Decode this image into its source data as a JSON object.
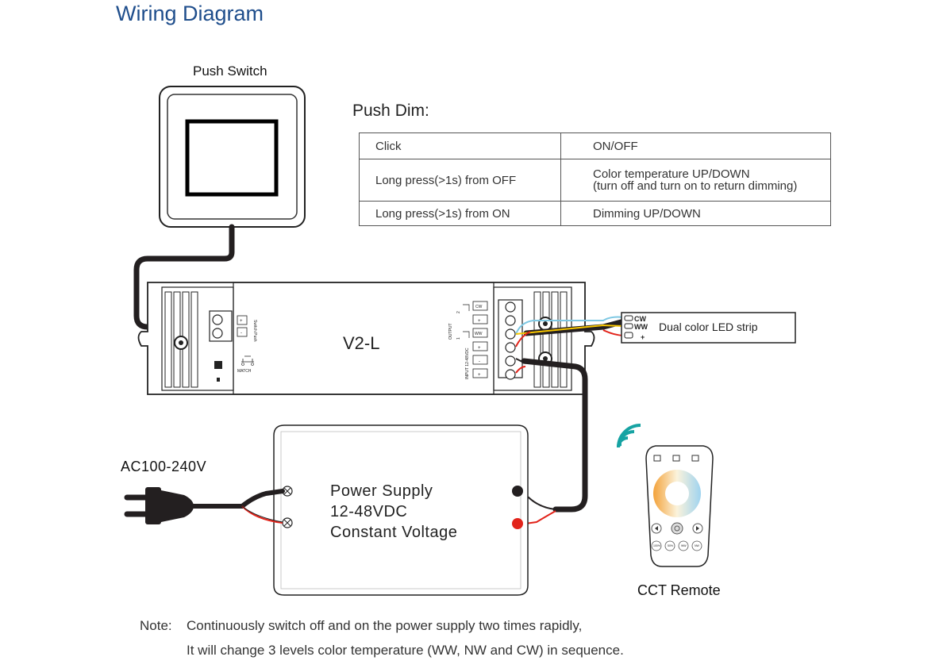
{
  "title": "Wiring Diagram",
  "push_switch": {
    "label": "Push Switch"
  },
  "push_dim": {
    "title": "Push Dim:",
    "rows": [
      {
        "action": "Click",
        "result": "ON/OFF",
        "result_line2": ""
      },
      {
        "action": "Long press(>1s) from OFF",
        "result": "Color temperature UP/DOWN",
        "result_line2": "(turn off and turn on to return dimming)"
      },
      {
        "action": "Long press(>1s) from ON",
        "result": "Dimming UP/DOWN",
        "result_line2": ""
      }
    ]
  },
  "controller": {
    "name": "V2-L",
    "switch_terminal_label": "Switch Push",
    "match_label": "MATCH",
    "output_label": "OUTPUT",
    "input_label": "INPUT 12-48VDC",
    "channel_2": "2",
    "channel_1": "1",
    "terminals": [
      "CW",
      "+",
      "WW",
      "+",
      "-",
      "+"
    ],
    "switch_terminals": [
      "+",
      "-"
    ]
  },
  "led_strip": {
    "label": "Dual color LED strip",
    "pins": [
      "CW",
      "WW",
      "+"
    ]
  },
  "power_supply": {
    "line1": "Power Supply",
    "line2": "12-48VDC",
    "line3": "Constant Voltage"
  },
  "ac_input": {
    "label": "AC100-240V"
  },
  "remote": {
    "label": "CCT Remote",
    "preset_buttons": [
      "100%",
      "50%",
      "WW",
      "NW"
    ]
  },
  "note": {
    "prefix": "Note:",
    "line1": "Continuously switch off and on the power supply two times rapidly,",
    "line2": "It will change 3 levels color temperature (WW, NW and CW) in sequence."
  },
  "colors": {
    "title": "#1f4e8c",
    "wire_black": "#231f20",
    "wire_red": "#e2231a",
    "wire_yellow": "#f7c600",
    "wire_blue": "#7ec8e3",
    "wifi": "#16a3a3"
  }
}
